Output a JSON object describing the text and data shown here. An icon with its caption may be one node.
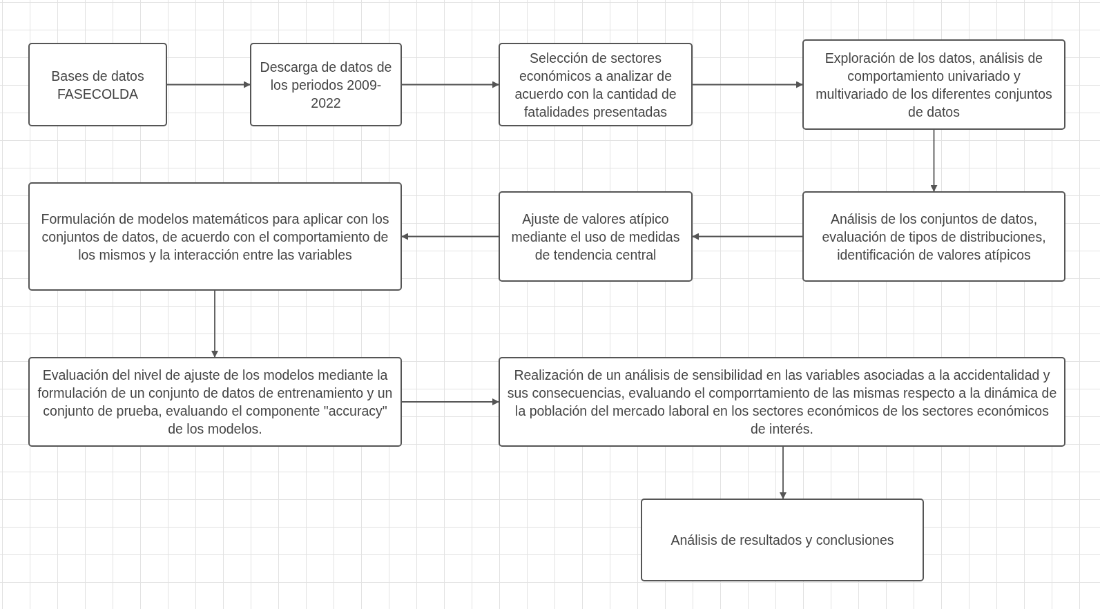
{
  "diagram": {
    "nodes": [
      {
        "text": [
          "Bases de datos FASECOLDA"
        ]
      },
      {
        "text": [
          "Descarga de datos de los periodos 2009-2022"
        ]
      },
      {
        "text": [
          "Selección de sectores económicos a analizar de acuerdo con la cantidad de fatalidades presentadas"
        ]
      },
      {
        "text": [
          "Exploración de los datos, análisis de comportamiento univariado y multivariado de los diferentes conjuntos de datos"
        ]
      },
      {
        "text": [
          "Análisis de los conjuntos de datos, evaluación de tipos de distribuciones, identificación de valores atípicos"
        ]
      },
      {
        "text": [
          "Ajuste de valores atípico mediante el uso de medidas de tendencia central"
        ]
      },
      {
        "text": [
          "Formulación de modelos matemáticos para aplicar con los conjuntos de datos, de acuerdo con el comportamiento de los mismos y la interacción entre las variables"
        ]
      },
      {
        "text": [
          "Evaluación del nivel de ajuste de los modelos mediante la formulación de un conjunto de datos de entrenamiento y un conjunto de prueba, evaluando el componente \"accuracy\" de los modelos."
        ]
      },
      {
        "text": [
          "Realización de un análisis de sensibilidad en las variables asociadas a la accidentalidad y sus consecuencias, evaluando el comporrtamiento de las mismas respecto a la dinámica de la población del mercado laboral en los sectores económicos de los sectores económicos de interés."
        ]
      },
      {
        "text": [
          "Análisis de resultados y conclusiones"
        ]
      }
    ],
    "edges": [
      {
        "from": 0,
        "to": 1,
        "arrow": "to"
      },
      {
        "from": 1,
        "to": 2,
        "arrow": "to"
      },
      {
        "from": 2,
        "to": 3,
        "arrow": "to"
      },
      {
        "from": 3,
        "to": 4,
        "arrow": "to"
      },
      {
        "from": 4,
        "to": 5,
        "arrow": "to"
      },
      {
        "from": 5,
        "to": 6,
        "arrow": "to"
      },
      {
        "from": 6,
        "to": 7,
        "arrow": "to"
      },
      {
        "from": 7,
        "to": 8,
        "arrow": "to"
      },
      {
        "from": 8,
        "to": 9,
        "arrow": "to"
      }
    ]
  }
}
